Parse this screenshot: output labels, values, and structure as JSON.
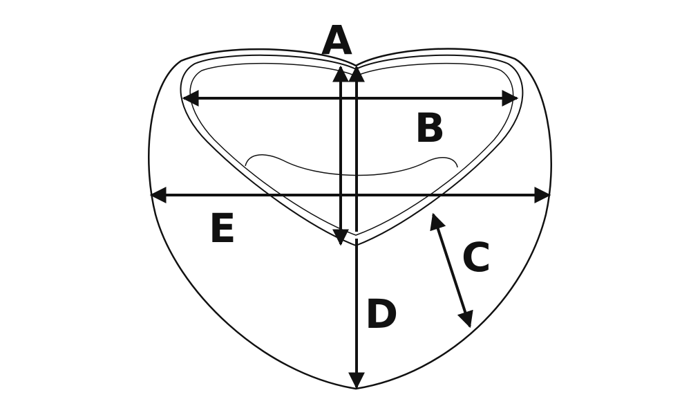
{
  "diagram": {
    "labels": {
      "a": "A",
      "b": "B",
      "c": "C",
      "d": "D",
      "e": "E"
    },
    "stroke_color": "#111111",
    "background": "#ffffff"
  }
}
